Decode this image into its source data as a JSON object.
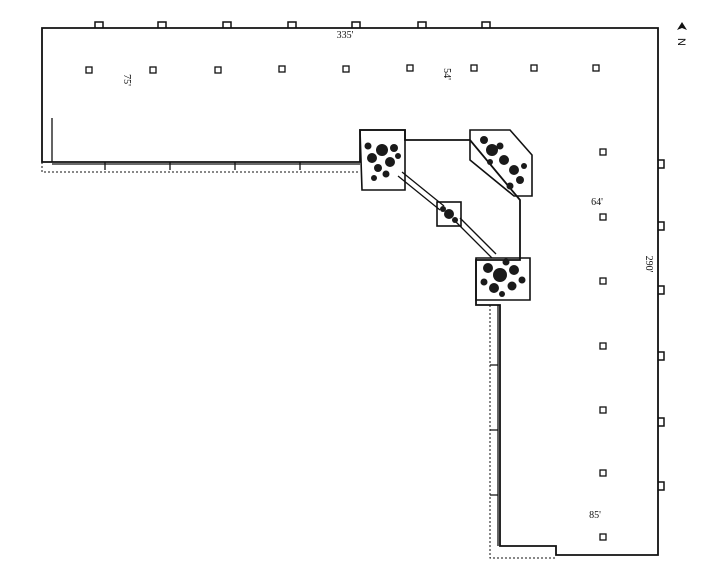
{
  "plan": {
    "dimensions": {
      "top_length": "335'",
      "west_wing_depth": "75'",
      "mid_width": "54'",
      "east_wing_depth": "64'",
      "east_length": "290'",
      "south_width": "85'"
    },
    "north_label": "N",
    "ink_color": "#111111",
    "foliage_color": "#1a1a1a"
  }
}
